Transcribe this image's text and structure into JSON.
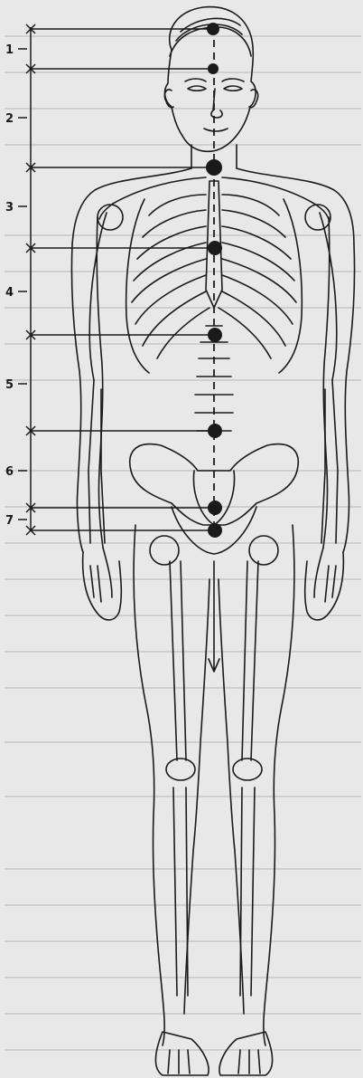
{
  "figure": {
    "segments": [
      {
        "number": "1"
      },
      {
        "number": "2"
      },
      {
        "number": "3"
      },
      {
        "number": "4"
      },
      {
        "number": "5"
      },
      {
        "number": "6"
      },
      {
        "number": "7"
      }
    ],
    "colors": {
      "paper": "#e8e8e8",
      "ink": "#1a1a1a"
    }
  }
}
